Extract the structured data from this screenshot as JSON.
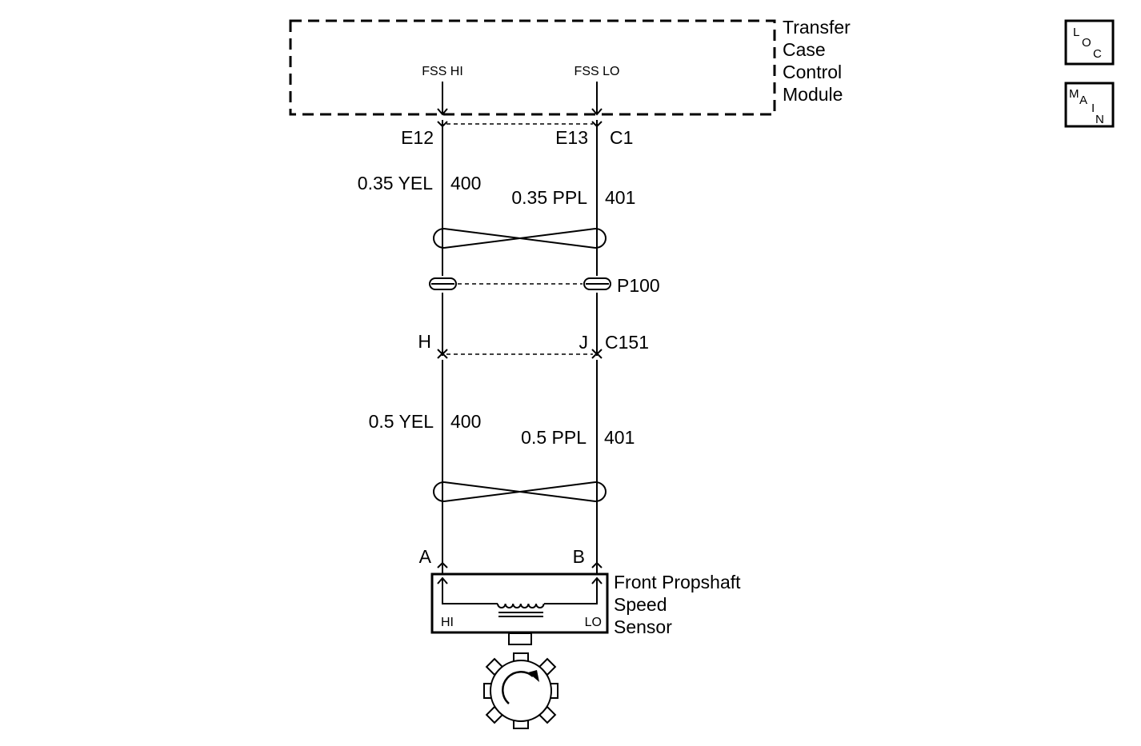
{
  "module": {
    "name_lines": [
      "Transfer",
      "Case",
      "Control",
      "Module"
    ],
    "pin_hi": "FSS HI",
    "pin_lo": "FSS LO"
  },
  "connector_c1": {
    "name": "C1",
    "pin_hi": "E12",
    "pin_lo": "E13"
  },
  "upper_wires": {
    "hi": {
      "gauge_color": "0.35 YEL",
      "circuit": "400"
    },
    "lo": {
      "gauge_color": "0.35 PPL",
      "circuit": "401"
    }
  },
  "passthrough": {
    "name": "P100"
  },
  "connector_c151": {
    "name": "C151",
    "pin_hi": "H",
    "pin_lo": "J"
  },
  "lower_wires": {
    "hi": {
      "gauge_color": "0.5 YEL",
      "circuit": "400"
    },
    "lo": {
      "gauge_color": "0.5 PPL",
      "circuit": "401"
    }
  },
  "sensor_connector": {
    "pin_hi": "A",
    "pin_lo": "B"
  },
  "sensor": {
    "name_lines": [
      "Front Propshaft",
      "Speed",
      "Sensor"
    ],
    "terminal_hi": "HI",
    "terminal_lo": "LO"
  },
  "nav": {
    "loc": {
      "l": "L",
      "o": "O",
      "c": "C"
    },
    "main": {
      "m": "M",
      "a": "A",
      "i": "I",
      "n": "N"
    }
  }
}
